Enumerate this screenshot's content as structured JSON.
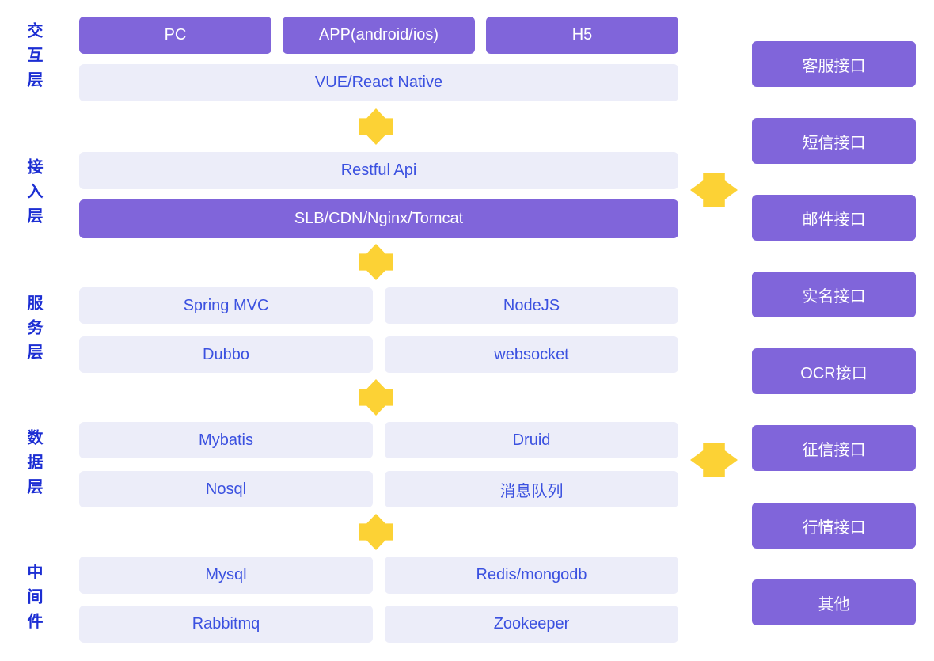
{
  "colors": {
    "purple_box": "#8065da",
    "light_box": "#ecedf9",
    "box_text_blue": "#3b51e0",
    "layer_label_blue": "#1c2ed3",
    "connector_yellow": "#fcd235",
    "box_text_white": "#ffffff",
    "background": "#ffffff"
  },
  "left_labels": [
    "交互层",
    "接入层",
    "服务层",
    "数据层",
    "中间件"
  ],
  "interaction_layer": {
    "pc": "PC",
    "app": "APP(android/ios)",
    "h5": "H5",
    "frontend": "VUE/React Native"
  },
  "access_layer": {
    "restful_api": "Restful Api",
    "gateway": "SLB/CDN/Nginx/Tomcat"
  },
  "service_layer": {
    "spring_mvc": "Spring MVC",
    "nodejs": "NodeJS",
    "dubbo": "Dubbo",
    "websocket": "websocket"
  },
  "data_layer": {
    "mybatis": "Mybatis",
    "druid": "Druid",
    "nosql": "Nosql",
    "message_queue": "消息队列"
  },
  "middleware_layer": {
    "mysql": "Mysql",
    "redis_mongodb": "Redis/mongodb",
    "rabbitmq": "Rabbitmq",
    "zookeeper": "Zookeeper"
  },
  "external_apis": [
    "客服接口",
    "短信接口",
    "邮件接口",
    "实名接口",
    "OCR接口",
    "征信接口",
    "行情接口",
    "其他"
  ],
  "icons": {
    "down_connector": "yellow-down-connector",
    "right_connector": "yellow-right-connector"
  }
}
